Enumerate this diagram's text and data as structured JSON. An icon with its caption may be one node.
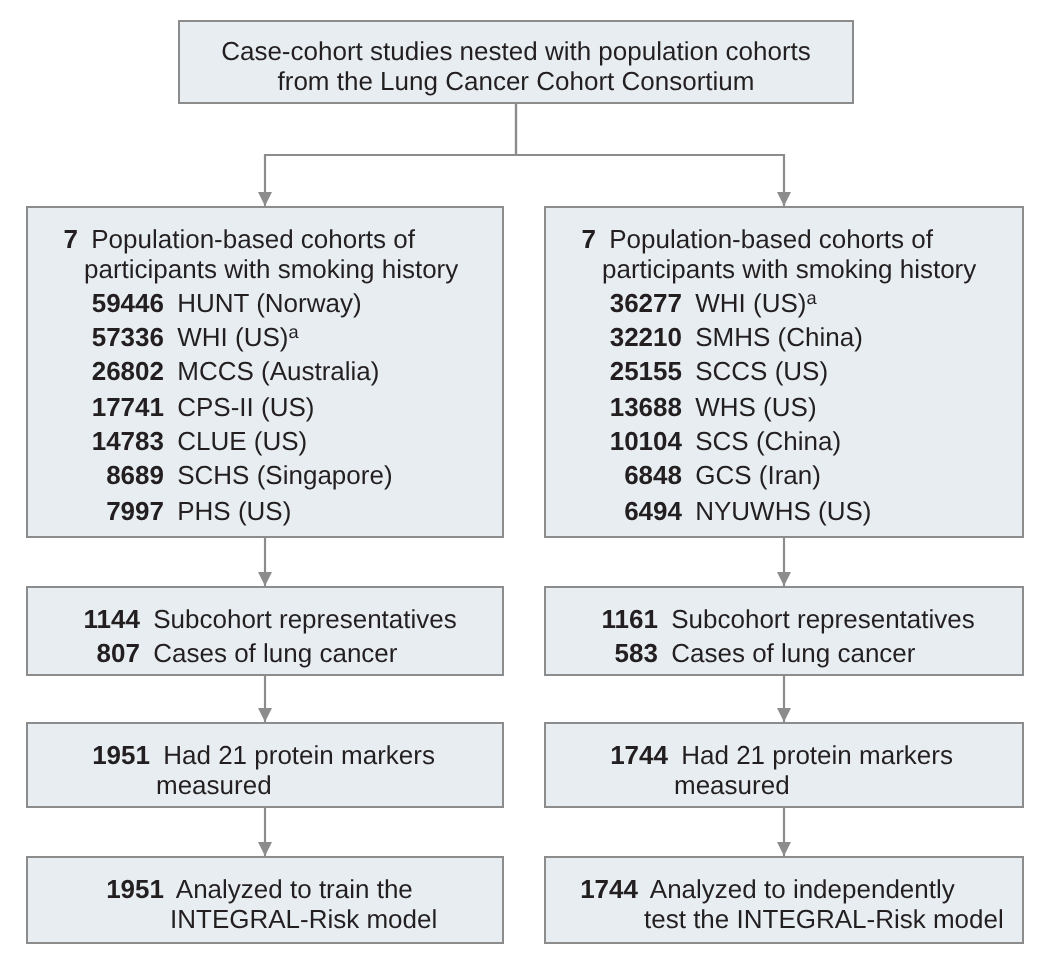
{
  "diagram": {
    "nodes": [
      {
        "text": [
          "Case-cohort studies nested with population cohorts from the Lung Cancer Cohort Consortium"
        ]
      },
      {
        "text": [
          "**7** Population-based cohorts of participants with smoking history",
          "**59446** HUNT (Norway)",
          "**57336** WHI (US)$^{a}$",
          "**26802** MCCS (Australia)",
          "**17741** CPS-II (US)",
          "**14783** CLUE (US)",
          "**8689** SCHS (Singapore)",
          "**7997** PHS (US)"
        ]
      },
      {
        "text": [
          "**7** Population-based cohorts of participants with smoking history",
          "**36277** WHI (US)$^{a}$",
          "**32210** SMHS (China)",
          "**25155** SCCS (US)",
          "**13688** WHS (US)",
          "**10104** SCS (China)",
          "**6848** GCS (Iran)",
          "**6494** NYUWHS (US)"
        ]
      },
      {
        "text": [
          "**1144** Subcohort representatives",
          "**807** Cases of lung cancer"
        ]
      },
      {
        "text": [
          "**1161** Subcohort representatives",
          "**583** Cases of lung cancer"
        ]
      },
      {
        "text": [
          "**1951** Had 21 protein markers measured"
        ]
      },
      {
        "text": [
          "**1744** Had 21 protein markers measured"
        ]
      },
      {
        "text": [
          "**1951** Analyzed to train the INTEGRAL-Risk model"
        ]
      },
      {
        "text": [
          "**1744** Analyzed to independently test the INTEGRAL-Risk model"
        ]
      }
    ],
    "edges": [
      {
        "from": 0,
        "to": 1,
        "arrow": "to"
      },
      {
        "from": 0,
        "to": 2,
        "arrow": "to"
      },
      {
        "from": 1,
        "to": 3,
        "arrow": "to"
      },
      {
        "from": 2,
        "to": 4,
        "arrow": "to"
      },
      {
        "from": 3,
        "to": 5,
        "arrow": "to"
      },
      {
        "from": 4,
        "to": 6,
        "arrow": "to"
      },
      {
        "from": 5,
        "to": 7,
        "arrow": "to"
      },
      {
        "from": 6,
        "to": 8,
        "arrow": "to"
      }
    ]
  }
}
